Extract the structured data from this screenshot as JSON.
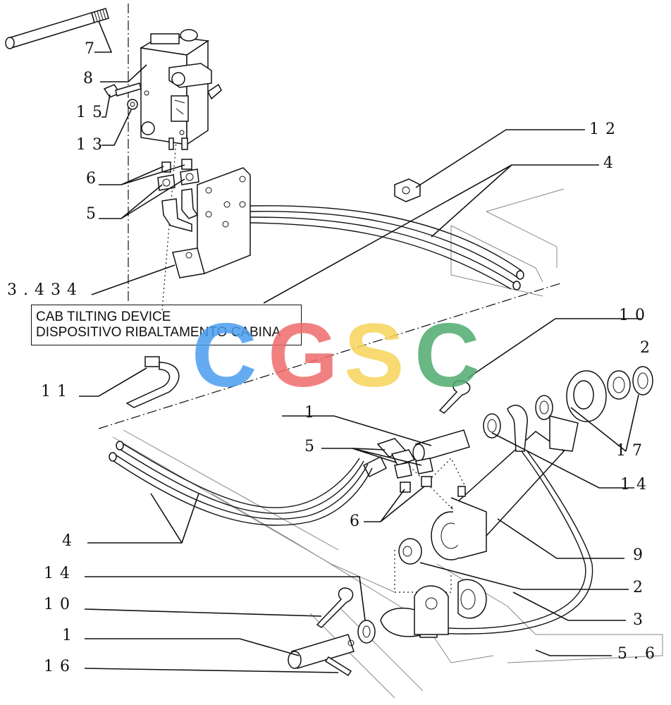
{
  "title": {
    "line1": "CAB TILTING DEVICE",
    "line2": "DISPOSITIVO RIBALTAMENTO CABINA"
  },
  "watermark": {
    "letters": [
      "C",
      "G",
      "S",
      "C"
    ],
    "colors": [
      "#4a9cf0",
      "#ef6b6b",
      "#f7d35a",
      "#4faa6f"
    ]
  },
  "callouts": [
    {
      "id": "c7",
      "label": "7"
    },
    {
      "id": "c8",
      "label": "8"
    },
    {
      "id": "c15",
      "label": "15"
    },
    {
      "id": "c13",
      "label": "13"
    },
    {
      "id": "c6a",
      "label": "6"
    },
    {
      "id": "c5a",
      "label": "5"
    },
    {
      "id": "c3434",
      "label": "3.434"
    },
    {
      "id": "c12",
      "label": "12"
    },
    {
      "id": "c4a",
      "label": "4"
    },
    {
      "id": "c10a",
      "label": "10"
    },
    {
      "id": "c2a",
      "label": "2"
    },
    {
      "id": "c11",
      "label": "11"
    },
    {
      "id": "c1a",
      "label": "1"
    },
    {
      "id": "c5b",
      "label": "5"
    },
    {
      "id": "c17",
      "label": "17"
    },
    {
      "id": "c14a",
      "label": "14"
    },
    {
      "id": "c6b",
      "label": "6"
    },
    {
      "id": "c4b",
      "label": "4"
    },
    {
      "id": "c9",
      "label": "9"
    },
    {
      "id": "c14b",
      "label": "14"
    },
    {
      "id": "c2b",
      "label": "2"
    },
    {
      "id": "c10b",
      "label": "10"
    },
    {
      "id": "c3",
      "label": "3"
    },
    {
      "id": "c1b",
      "label": "1"
    },
    {
      "id": "c56",
      "label": "5.6"
    },
    {
      "id": "c16",
      "label": "16"
    }
  ]
}
